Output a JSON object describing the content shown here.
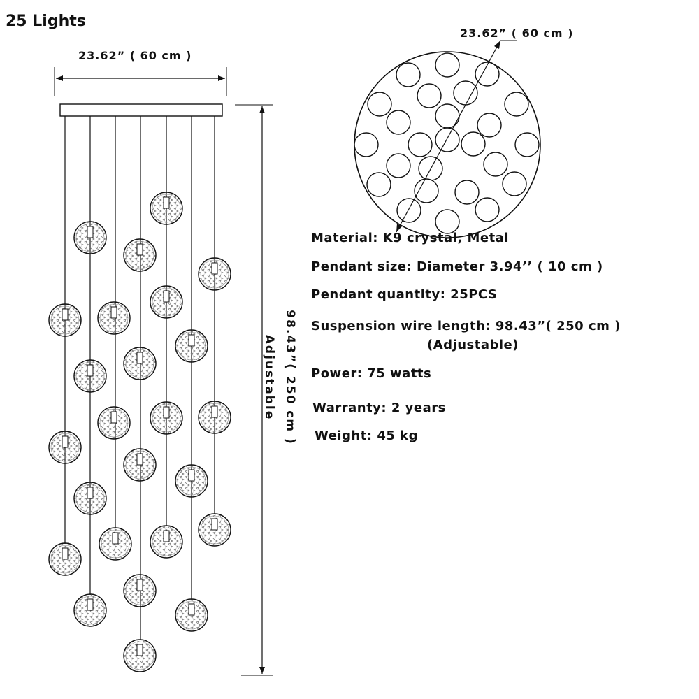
{
  "title": "25 Lights",
  "dimensions": {
    "canopy_width": "23.62” ( 60 cm )",
    "plan_diameter": "23.62” ( 60 cm )",
    "height": "98.43”( 250 cm )",
    "height_note": "Adjustable"
  },
  "specs": {
    "material": "Material: K9 crystal, Metal",
    "pendant_size": "Pendant size: Diameter 3.94’’ ( 10 cm )",
    "pendant_quantity": "Pendant quantity: 25PCS",
    "wire_length": "Suspension wire length: 98.43”( 250 cm )",
    "wire_note": "(Adjustable)",
    "power": "Power: 75 watts",
    "warranty": "Warranty: 2 years",
    "weight": "Weight: 45 kg"
  },
  "colors": {
    "line": "#111111",
    "pendant_fill": "#ffffff"
  },
  "pendant_count": 25
}
